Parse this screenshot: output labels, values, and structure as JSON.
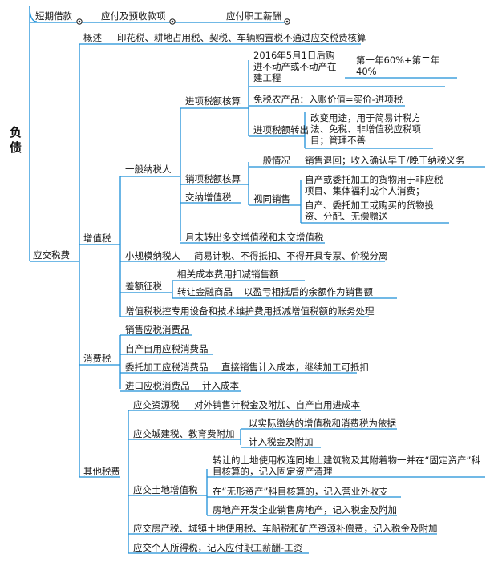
{
  "root": "负债",
  "top": {
    "a": "短期借款",
    "b": "应付及预收款项",
    "c": "应付职工薪酬"
  },
  "tax": "应交税费",
  "overview": {
    "label": "概述",
    "text": "印花税、耕地占用税、契税、车辆购置税不通过应交税费核算"
  },
  "vat": {
    "label": "增值税",
    "general": {
      "label": "一般纳税人",
      "input": {
        "label": "进项税额核算",
        "estate_text": "2016年5月1日后购进不动产或不动产在建工程",
        "estate_ratio": "第一年60%+第二年40%",
        "farm": "免税农产品：入账价值=买价-进项税",
        "transfer_label": "进项税额转出",
        "transfer_text": "改变用途，用于简易计税方法、免税、非增值税应税项目；管理不善"
      },
      "output": {
        "label": "销项税额核算",
        "normal_label": "一般情况",
        "normal_text": "销售退回；收入确认早于/晚于纳税义务",
        "deemed_label": "视同销售",
        "deemed_1": "自产或委托加工的货物用于非应税项目、集体福利或个人消费；",
        "deemed_2": "自产、委托加工或购买的货物投资、分配、无偿赠送"
      },
      "paid": "交纳增值税",
      "month_end": "月末转出多交增值税和未交增值税"
    },
    "small": {
      "label": "小规模纳税人",
      "text": "简易计税、不得抵扣、不得开具专票、价税分离"
    },
    "diff": {
      "label": "差额征税",
      "cost": "相关成本费用扣减销售额",
      "fin_label": "转让金融商品",
      "fin_text": "以盈亏相抵后的余额作为销售额"
    },
    "equip": "增值税税控专用设备和技术维护费用抵减增值税额的账务处理"
  },
  "consumption": {
    "label": "消费税",
    "sale": "销售应税消费品",
    "self": "自产自用应税消费品",
    "entrust_label": "委托加工应税消费品",
    "entrust_text": "直接销售计入成本，继续加工可抵扣",
    "import_label": "进口应税消费品",
    "import_text": "计入成本"
  },
  "other": {
    "label": "其他税费",
    "resource_label": "应交资源税",
    "resource_text": "对外销售计税金及附加、自产自用进成本",
    "city_label": "应交城建税、教育费附加",
    "city_basis": "以实际缴纳的增值税和消费税为依据",
    "city_acct": "计入税金及附加",
    "land_label": "应交土地增值税",
    "land_1": "转让的土地使用权连同地上建筑物及其附着物一并在“固定资产”科目核算的，记入固定资产清理",
    "land_2": "在“无形资产”科目核算的，记入营业外收支",
    "land_3": "房地产开发企业销售房地产，记入税金及附加",
    "property": "应交房产税、城镇土地使用税、车船税和矿产资源补偿费，记入税金及附加",
    "personal": "应交个人所得税，记入应付职工薪酬-工资"
  }
}
